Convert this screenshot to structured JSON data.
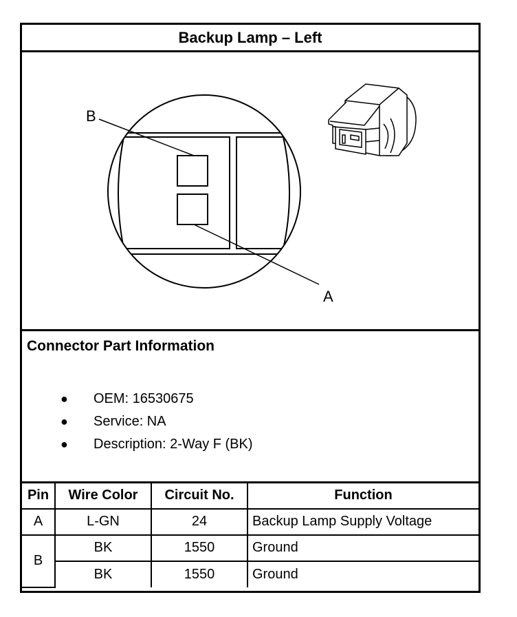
{
  "title": "Backup Lamp – Left",
  "diagram": {
    "label_b": "B",
    "label_a": "A"
  },
  "connector_info": {
    "heading": "Connector Part Information",
    "items": [
      "OEM: 16530675",
      "Service: NA",
      "Description: 2-Way F (BK)"
    ]
  },
  "pin_table": {
    "headers": [
      "Pin",
      "Wire Color",
      "Circuit No.",
      "Function"
    ],
    "rows": [
      {
        "pin": "A",
        "wire_color": "L-GN",
        "circuit": "24",
        "function": "Backup Lamp Supply Voltage"
      },
      {
        "pin": "B",
        "wire_color": "BK",
        "circuit": "1550",
        "function": "Ground"
      },
      {
        "pin": "",
        "wire_color": "BK",
        "circuit": "1550",
        "function": "Ground"
      }
    ]
  }
}
